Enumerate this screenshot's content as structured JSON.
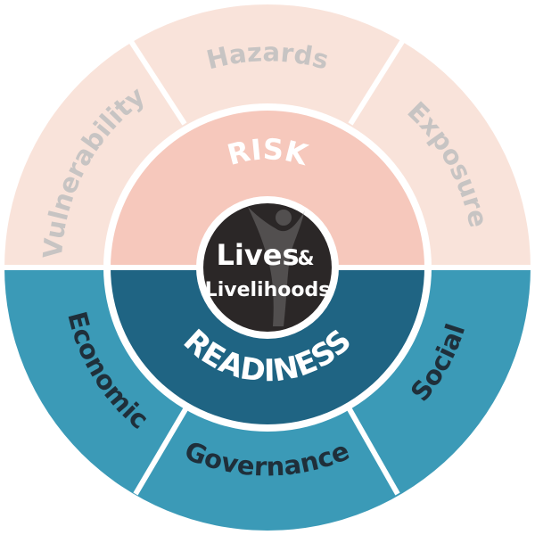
{
  "center": {
    "title": "Lives",
    "ampersand": "&",
    "subtitle": "Livelihoods"
  },
  "inner_ring": {
    "top_label": "RISK",
    "bottom_label": "READINESS"
  },
  "outer_ring": {
    "risk_segments": [
      "Vulnerability",
      "Hazards",
      "Exposure"
    ],
    "readiness_segments": [
      "Economic",
      "Governance",
      "Social"
    ]
  },
  "colors": {
    "outer_risk": "#f9e3da",
    "inner_risk": "#f6c8bc",
    "outer_readiness": "#3b9ab7",
    "inner_readiness": "#1f6483",
    "center": "#2b2727",
    "divider": "#ffffff",
    "risk_outer_text": "#c7c4c3",
    "readiness_outer_text": "#1f2f3a"
  }
}
